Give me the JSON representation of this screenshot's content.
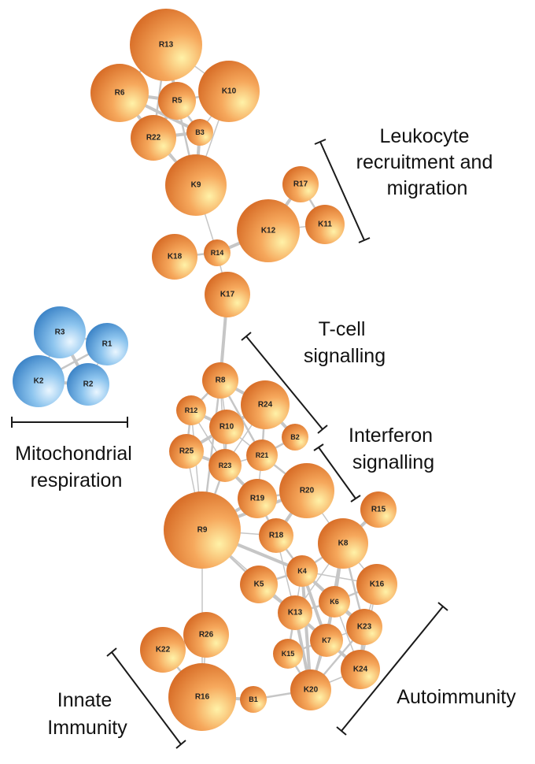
{
  "colors": {
    "orange_light": "#fff2a8",
    "orange_mid": "#f6a85c",
    "orange_dark": "#d9702a",
    "blue_light": "#eaf6ff",
    "blue_mid": "#8cc4ee",
    "blue_dark": "#3f86c8",
    "edge": "#c6c6c6",
    "bracket": "#1a1a1a"
  },
  "nodes": [
    {
      "id": "R13",
      "group": "orange"
    },
    {
      "id": "R6",
      "group": "orange"
    },
    {
      "id": "R5",
      "group": "orange"
    },
    {
      "id": "K10",
      "group": "orange"
    },
    {
      "id": "R22",
      "group": "orange"
    },
    {
      "id": "B3",
      "group": "orange"
    },
    {
      "id": "K9",
      "group": "orange"
    },
    {
      "id": "R17",
      "group": "orange"
    },
    {
      "id": "K12",
      "group": "orange"
    },
    {
      "id": "K11",
      "group": "orange"
    },
    {
      "id": "K18",
      "group": "orange"
    },
    {
      "id": "R14",
      "group": "orange"
    },
    {
      "id": "K17",
      "group": "orange"
    },
    {
      "id": "R3",
      "group": "blue"
    },
    {
      "id": "R1",
      "group": "blue"
    },
    {
      "id": "K2",
      "group": "blue"
    },
    {
      "id": "R2",
      "group": "blue"
    },
    {
      "id": "R8",
      "group": "orange"
    },
    {
      "id": "R24",
      "group": "orange"
    },
    {
      "id": "R12",
      "group": "orange"
    },
    {
      "id": "R10",
      "group": "orange"
    },
    {
      "id": "B2",
      "group": "orange"
    },
    {
      "id": "R25",
      "group": "orange"
    },
    {
      "id": "R21",
      "group": "orange"
    },
    {
      "id": "R23",
      "group": "orange"
    },
    {
      "id": "R20",
      "group": "orange"
    },
    {
      "id": "R19",
      "group": "orange"
    },
    {
      "id": "R15",
      "group": "orange"
    },
    {
      "id": "R9",
      "group": "orange"
    },
    {
      "id": "R18",
      "group": "orange"
    },
    {
      "id": "K8",
      "group": "orange"
    },
    {
      "id": "K4",
      "group": "orange"
    },
    {
      "id": "K5",
      "group": "orange"
    },
    {
      "id": "K16",
      "group": "orange"
    },
    {
      "id": "K6",
      "group": "orange"
    },
    {
      "id": "K13",
      "group": "orange"
    },
    {
      "id": "K23",
      "group": "orange"
    },
    {
      "id": "K7",
      "group": "orange"
    },
    {
      "id": "K15",
      "group": "orange"
    },
    {
      "id": "K24",
      "group": "orange"
    },
    {
      "id": "K22",
      "group": "orange"
    },
    {
      "id": "R26",
      "group": "orange"
    },
    {
      "id": "R16",
      "group": "orange"
    },
    {
      "id": "B1",
      "group": "orange"
    },
    {
      "id": "K20",
      "group": "orange"
    }
  ],
  "edges": [
    [
      "R13",
      "R5"
    ],
    [
      "R13",
      "R6"
    ],
    [
      "R13",
      "K10"
    ],
    [
      "R6",
      "R5"
    ],
    [
      "R5",
      "K10"
    ],
    [
      "R6",
      "R22"
    ],
    [
      "R5",
      "R22"
    ],
    [
      "R5",
      "B3"
    ],
    [
      "K10",
      "B3"
    ],
    [
      "R22",
      "B3"
    ],
    [
      "R6",
      "K9"
    ],
    [
      "R22",
      "K9"
    ],
    [
      "B3",
      "K9"
    ],
    [
      "R5",
      "K9"
    ],
    [
      "K10",
      "K9"
    ],
    [
      "R6",
      "B3"
    ],
    [
      "R13",
      "R22"
    ],
    [
      "K9",
      "R14"
    ],
    [
      "R17",
      "K12"
    ],
    [
      "R17",
      "K11"
    ],
    [
      "K12",
      "K11"
    ],
    [
      "K12",
      "R14"
    ],
    [
      "K18",
      "R14"
    ],
    [
      "R14",
      "K17"
    ],
    [
      "K17",
      "R8"
    ],
    [
      "R3",
      "R1"
    ],
    [
      "R3",
      "K2"
    ],
    [
      "R3",
      "R2"
    ],
    [
      "R1",
      "K2"
    ],
    [
      "R1",
      "R2"
    ],
    [
      "K2",
      "R2"
    ],
    [
      "R8",
      "R12"
    ],
    [
      "R8",
      "R10"
    ],
    [
      "R8",
      "R24"
    ],
    [
      "R8",
      "R21"
    ],
    [
      "R8",
      "R23"
    ],
    [
      "R12",
      "R10"
    ],
    [
      "R12",
      "R25"
    ],
    [
      "R12",
      "R23"
    ],
    [
      "R10",
      "R25"
    ],
    [
      "R10",
      "R23"
    ],
    [
      "R10",
      "R21"
    ],
    [
      "R10",
      "R24"
    ],
    [
      "R24",
      "R21"
    ],
    [
      "R24",
      "R23"
    ],
    [
      "R24",
      "B2"
    ],
    [
      "R21",
      "B2"
    ],
    [
      "R21",
      "R23"
    ],
    [
      "R25",
      "R23"
    ],
    [
      "R21",
      "R20"
    ],
    [
      "R21",
      "R19"
    ],
    [
      "R23",
      "R19"
    ],
    [
      "R23",
      "R9"
    ],
    [
      "R25",
      "R9"
    ],
    [
      "R19",
      "R9"
    ],
    [
      "R19",
      "R20"
    ],
    [
      "R20",
      "K8"
    ],
    [
      "R20",
      "R18"
    ],
    [
      "R19",
      "R18"
    ],
    [
      "R9",
      "R18"
    ],
    [
      "R9",
      "K4"
    ],
    [
      "R9",
      "K5"
    ],
    [
      "R9",
      "K13"
    ],
    [
      "R9",
      "R20"
    ],
    [
      "R8",
      "R9"
    ],
    [
      "R12",
      "R9"
    ],
    [
      "R15",
      "K8"
    ],
    [
      "K8",
      "K4"
    ],
    [
      "K8",
      "K16"
    ],
    [
      "K8",
      "K6"
    ],
    [
      "K8",
      "K23"
    ],
    [
      "K8",
      "K13"
    ],
    [
      "K8",
      "K7"
    ],
    [
      "K4",
      "K6"
    ],
    [
      "K4",
      "K13"
    ],
    [
      "K4",
      "K7"
    ],
    [
      "K4",
      "K5"
    ],
    [
      "K4",
      "K16"
    ],
    [
      "K4",
      "K23"
    ],
    [
      "K6",
      "K13"
    ],
    [
      "K6",
      "K7"
    ],
    [
      "K6",
      "K23"
    ],
    [
      "K6",
      "K16"
    ],
    [
      "K6",
      "K24"
    ],
    [
      "K13",
      "K7"
    ],
    [
      "K13",
      "K15"
    ],
    [
      "K7",
      "K23"
    ],
    [
      "K7",
      "K24"
    ],
    [
      "K7",
      "K15"
    ],
    [
      "K7",
      "K20"
    ],
    [
      "K23",
      "K24"
    ],
    [
      "K15",
      "K20"
    ],
    [
      "K24",
      "K20"
    ],
    [
      "K13",
      "K20"
    ],
    [
      "K6",
      "K20"
    ],
    [
      "K16",
      "K23"
    ],
    [
      "K5",
      "K13"
    ],
    [
      "R18",
      "K4"
    ],
    [
      "R18",
      "K13"
    ],
    [
      "K4",
      "K20"
    ],
    [
      "K23",
      "K20"
    ],
    [
      "K16",
      "K24"
    ],
    [
      "K22",
      "R26"
    ],
    [
      "K22",
      "R16"
    ],
    [
      "R26",
      "R16"
    ],
    [
      "R16",
      "B1"
    ],
    [
      "B1",
      "K20"
    ],
    [
      "R9",
      "R16"
    ]
  ],
  "labels": {
    "leukocyte": [
      "Leukocyte",
      "recruitment and",
      "migration"
    ],
    "tcell": [
      "T-cell",
      "signalling"
    ],
    "interferon": [
      "Interferon",
      "signalling"
    ],
    "mito": [
      "Mitochondrial",
      "respiration"
    ],
    "innate": [
      "Innate",
      "Immunity"
    ],
    "autoimmunity": [
      "Autoimmunity"
    ]
  }
}
